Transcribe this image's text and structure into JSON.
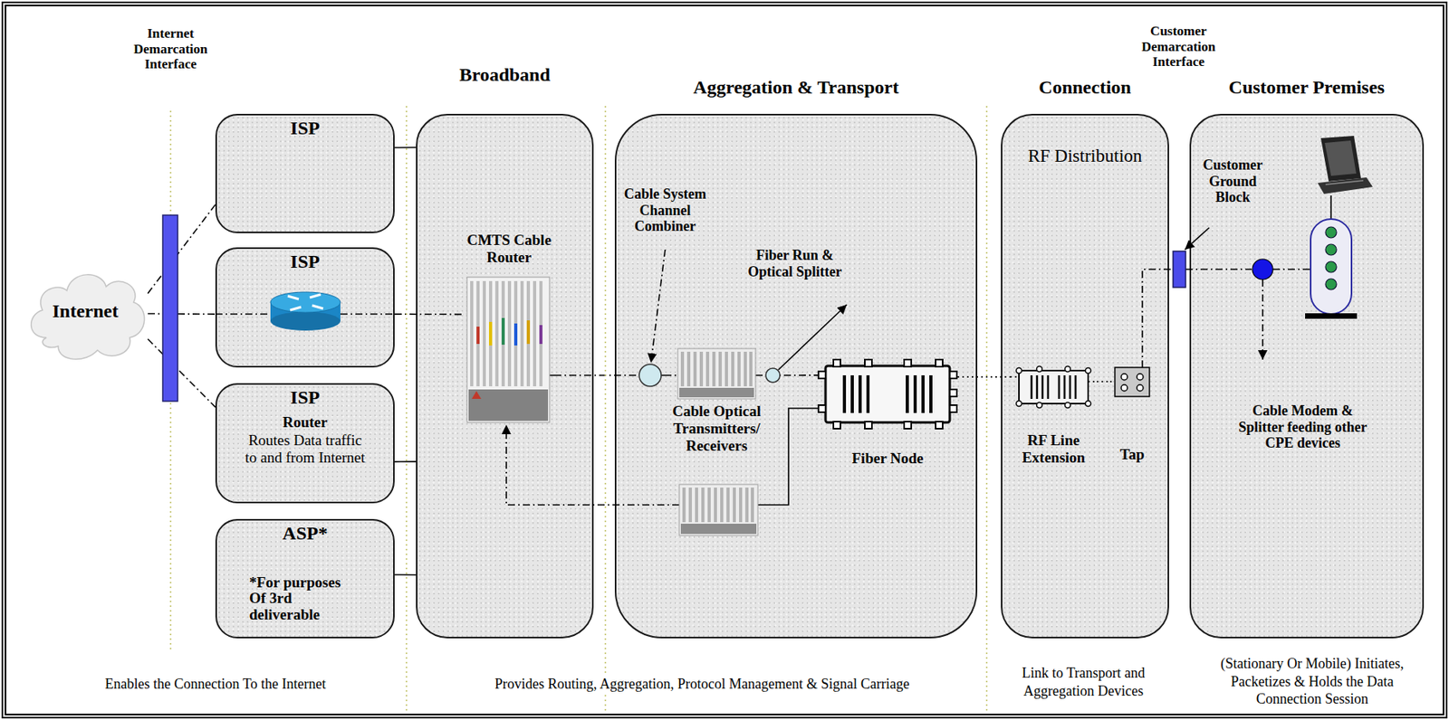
{
  "diagram": {
    "nodes": [
      {
        "text": [
          "Internet"
        ]
      },
      {
        "text": [
          "ISP"
        ]
      },
      {
        "text": [
          "ISP"
        ]
      },
      {
        "text": [
          "ISP",
          "Router",
          "Routes Data traffic to and from Internet"
        ]
      },
      {
        "text": [
          "ASP*",
          "*For purposes Of 3rd deliverable"
        ]
      },
      {
        "text": [
          "Broadband"
        ]
      },
      {
        "text": [
          "CMTS Cable Router"
        ],
        "in": 5
      },
      {
        "text": [
          "Aggregation & Transport"
        ]
      },
      {
        "text": [
          "Cable Optical Transmitters/ Receivers"
        ],
        "in": 7
      },
      {
        "text": [
          "Fiber Node"
        ],
        "in": 7
      },
      {
        "text": [
          "Connection",
          "RF Distribution"
        ]
      },
      {
        "text": [
          "RF Line Extension"
        ],
        "in": 10
      },
      {
        "text": [
          "Tap"
        ],
        "in": 10
      },
      {
        "text": [
          "Customer Premises"
        ]
      }
    ],
    "edges": [
      {
        "from": 0,
        "to": 1,
        "arrow": "none"
      },
      {
        "from": 0,
        "to": 2,
        "arrow": "none"
      },
      {
        "from": 0,
        "to": 3,
        "arrow": "none"
      },
      {
        "from": 2,
        "to": 6,
        "arrow": "none"
      },
      {
        "from": 1,
        "to": 5,
        "arrow": "none"
      },
      {
        "from": 3,
        "to": 5,
        "arrow": "none"
      },
      {
        "from": 4,
        "to": 5,
        "arrow": "none"
      },
      {
        "from": 6,
        "to": 8,
        "arrow": "none"
      },
      {
        "from": 8,
        "to": 9,
        "arrow": "none"
      },
      {
        "from": 9,
        "to": 11,
        "arrow": "none"
      },
      {
        "from": 11,
        "to": 12,
        "arrow": "none"
      }
    ],
    "labels": [
      "Internet Demarcation Interface",
      "Customer Demarcation Interface",
      "Cable System Channel Combiner",
      "Fiber Run & Optical Splitter",
      "Customer Ground Block",
      "Cable Modem & Splitter feeding other CPE devices",
      "Enables the Connection To the Internet",
      "Provides Routing, Aggregation, Protocol Management & Signal Carriage",
      "Link to Transport and Aggregation Devices",
      "(Stationary Or Mobile) Initiates, Packetizes & Holds the Data Connection Session"
    ]
  }
}
